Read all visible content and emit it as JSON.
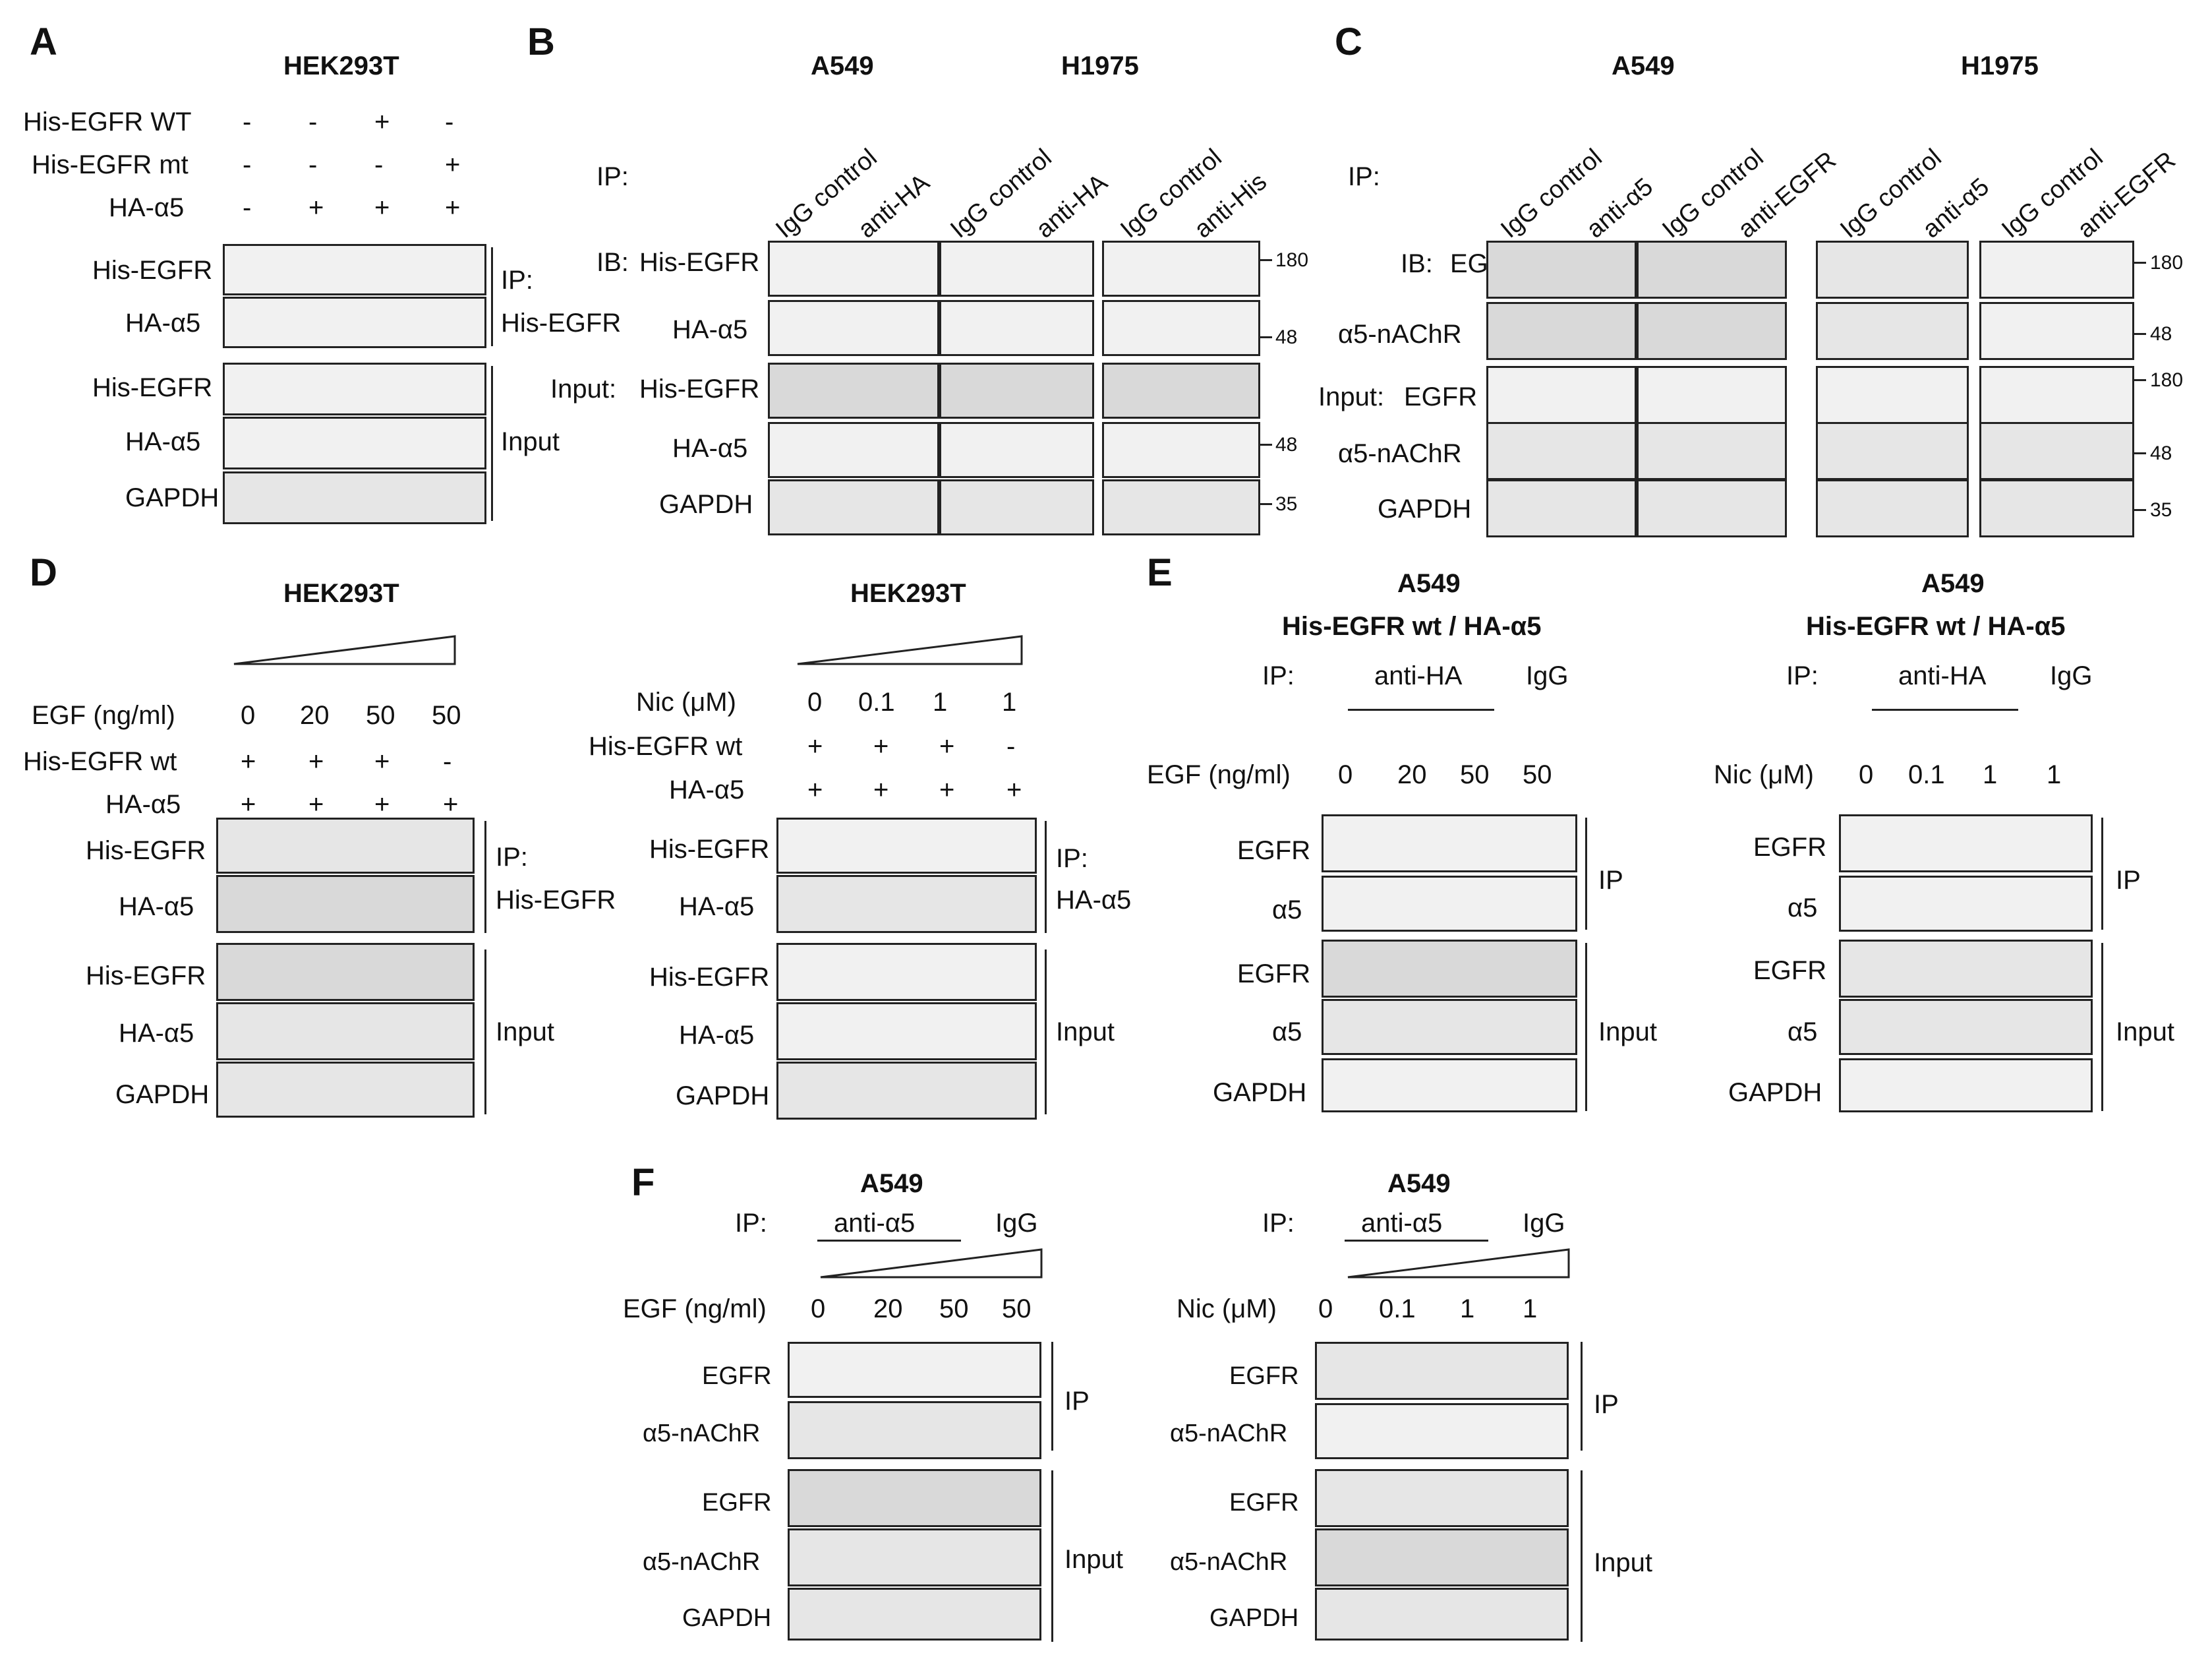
{
  "figure": {
    "panels": {
      "A": {
        "letter": "A",
        "title": "HEK293T",
        "cond_rows": [
          {
            "label": "His-EGFR WT",
            "signs": [
              "-",
              "-",
              "+",
              "-"
            ]
          },
          {
            "label": "His-EGFR mt",
            "signs": [
              "-",
              "-",
              "-",
              "+"
            ]
          },
          {
            "label": "HA-α5",
            "signs": [
              "-",
              "+",
              "+",
              "+"
            ]
          }
        ],
        "blot_labels": [
          "His-EGFR",
          "HA-α5",
          "His-EGFR",
          "HA-α5",
          "GAPDH"
        ],
        "group_ip_label": "IP:",
        "group_ip_target": "His-EGFR",
        "group_input_label": "Input"
      },
      "B": {
        "letter": "B",
        "cell_a": "A549",
        "cell_b": "H1975",
        "ip_label": "IP:",
        "lanes": [
          "IgG control",
          "anti-HA",
          "IgG control",
          "anti-HA",
          "IgG control",
          "anti-His"
        ],
        "ib_label": "IB:",
        "input_label": "Input:",
        "blot_labels": [
          "His-EGFR",
          "HA-α5",
          "His-EGFR",
          "HA-α5",
          "GAPDH"
        ],
        "markers": [
          "180",
          "48",
          "48",
          "35"
        ]
      },
      "C": {
        "letter": "C",
        "cell_a": "A549",
        "cell_b": "H1975",
        "ip_label": "IP:",
        "lanes": [
          "IgG control",
          "anti-α5",
          "IgG control",
          "anti-EGFR",
          "IgG control",
          "anti-α5",
          "IgG control",
          "anti-EGFR"
        ],
        "ib_label": "IB:",
        "input_label": "Input:",
        "blot_labels": [
          "EGFR",
          "α5-nAChR",
          "EGFR",
          "α5-nAChR",
          "GAPDH"
        ],
        "markers": [
          "180",
          "48",
          "180",
          "48",
          "35"
        ]
      },
      "D": {
        "letter": "D",
        "left": {
          "title": "HEK293T",
          "dose_label": "EGF (ng/ml)",
          "doses": [
            "0",
            "20",
            "50",
            "50"
          ],
          "row1_label": "His-EGFR  wt",
          "row1_signs": [
            "+",
            "+",
            "+",
            "-"
          ],
          "row2_label": "HA-α5",
          "row2_signs": [
            "+",
            "+",
            "+",
            "+"
          ],
          "blot_labels": [
            "His-EGFR",
            "HA-α5",
            "His-EGFR",
            "HA-α5",
            "GAPDH"
          ],
          "ip_label": "IP:",
          "ip_target": "His-EGFR",
          "input_label": "Input"
        },
        "right": {
          "title": "HEK293T",
          "dose_label": "Nic (μM)",
          "doses": [
            "0",
            "0.1",
            "1",
            "1"
          ],
          "row1_label": "His-EGFR  wt",
          "row1_signs": [
            "+",
            "+",
            "+",
            "-"
          ],
          "row2_label": "HA-α5",
          "row2_signs": [
            "+",
            "+",
            "+",
            "+"
          ],
          "blot_labels": [
            "His-EGFR",
            "HA-α5",
            "His-EGFR",
            "HA-α5",
            "GAPDH"
          ],
          "ip_label": "IP:",
          "ip_target": "HA-α5",
          "input_label": "Input"
        }
      },
      "E": {
        "letter": "E",
        "left": {
          "title1": "A549",
          "title2": "His-EGFR wt / HA-α5",
          "ip_label": "IP:",
          "ip_anti": "anti-HA",
          "ip_igg": "IgG",
          "dose_label": "EGF (ng/ml)",
          "doses": [
            "0",
            "20",
            "50",
            "50"
          ],
          "blot_labels": [
            "EGFR",
            "α5",
            "EGFR",
            "α5",
            "GAPDH"
          ],
          "ip_group": "IP",
          "input_group": "Input"
        },
        "right": {
          "title1": "A549",
          "title2": "His-EGFR wt / HA-α5",
          "ip_label": "IP:",
          "ip_anti": "anti-HA",
          "ip_igg": "IgG",
          "dose_label": "Nic (μM)",
          "doses": [
            "0",
            "0.1",
            "1",
            "1"
          ],
          "blot_labels": [
            "EGFR",
            "α5",
            "EGFR",
            "α5",
            "GAPDH"
          ],
          "ip_group": "IP",
          "input_group": "Input"
        }
      },
      "F": {
        "letter": "F",
        "left": {
          "title": "A549",
          "ip_label": "IP:",
          "ip_anti": "anti-α5",
          "ip_igg": "IgG",
          "dose_label": "EGF (ng/ml)",
          "doses": [
            "0",
            "20",
            "50",
            "50"
          ],
          "blot_labels": [
            "EGFR",
            "α5-nAChR",
            "EGFR",
            "α5-nAChR",
            "GAPDH"
          ],
          "ip_group": "IP",
          "input_group": "Input"
        },
        "right": {
          "title": "A549",
          "ip_label": "IP:",
          "ip_anti": "anti-α5",
          "ip_igg": "IgG",
          "dose_label": "Nic (μM)",
          "doses": [
            "0",
            "0.1",
            "1",
            "1"
          ],
          "blot_labels": [
            "EGFR",
            "α5-nAChR",
            "EGFR",
            "α5-nAChR",
            "GAPDH"
          ],
          "ip_group": "IP",
          "input_group": "Input"
        }
      }
    }
  }
}
